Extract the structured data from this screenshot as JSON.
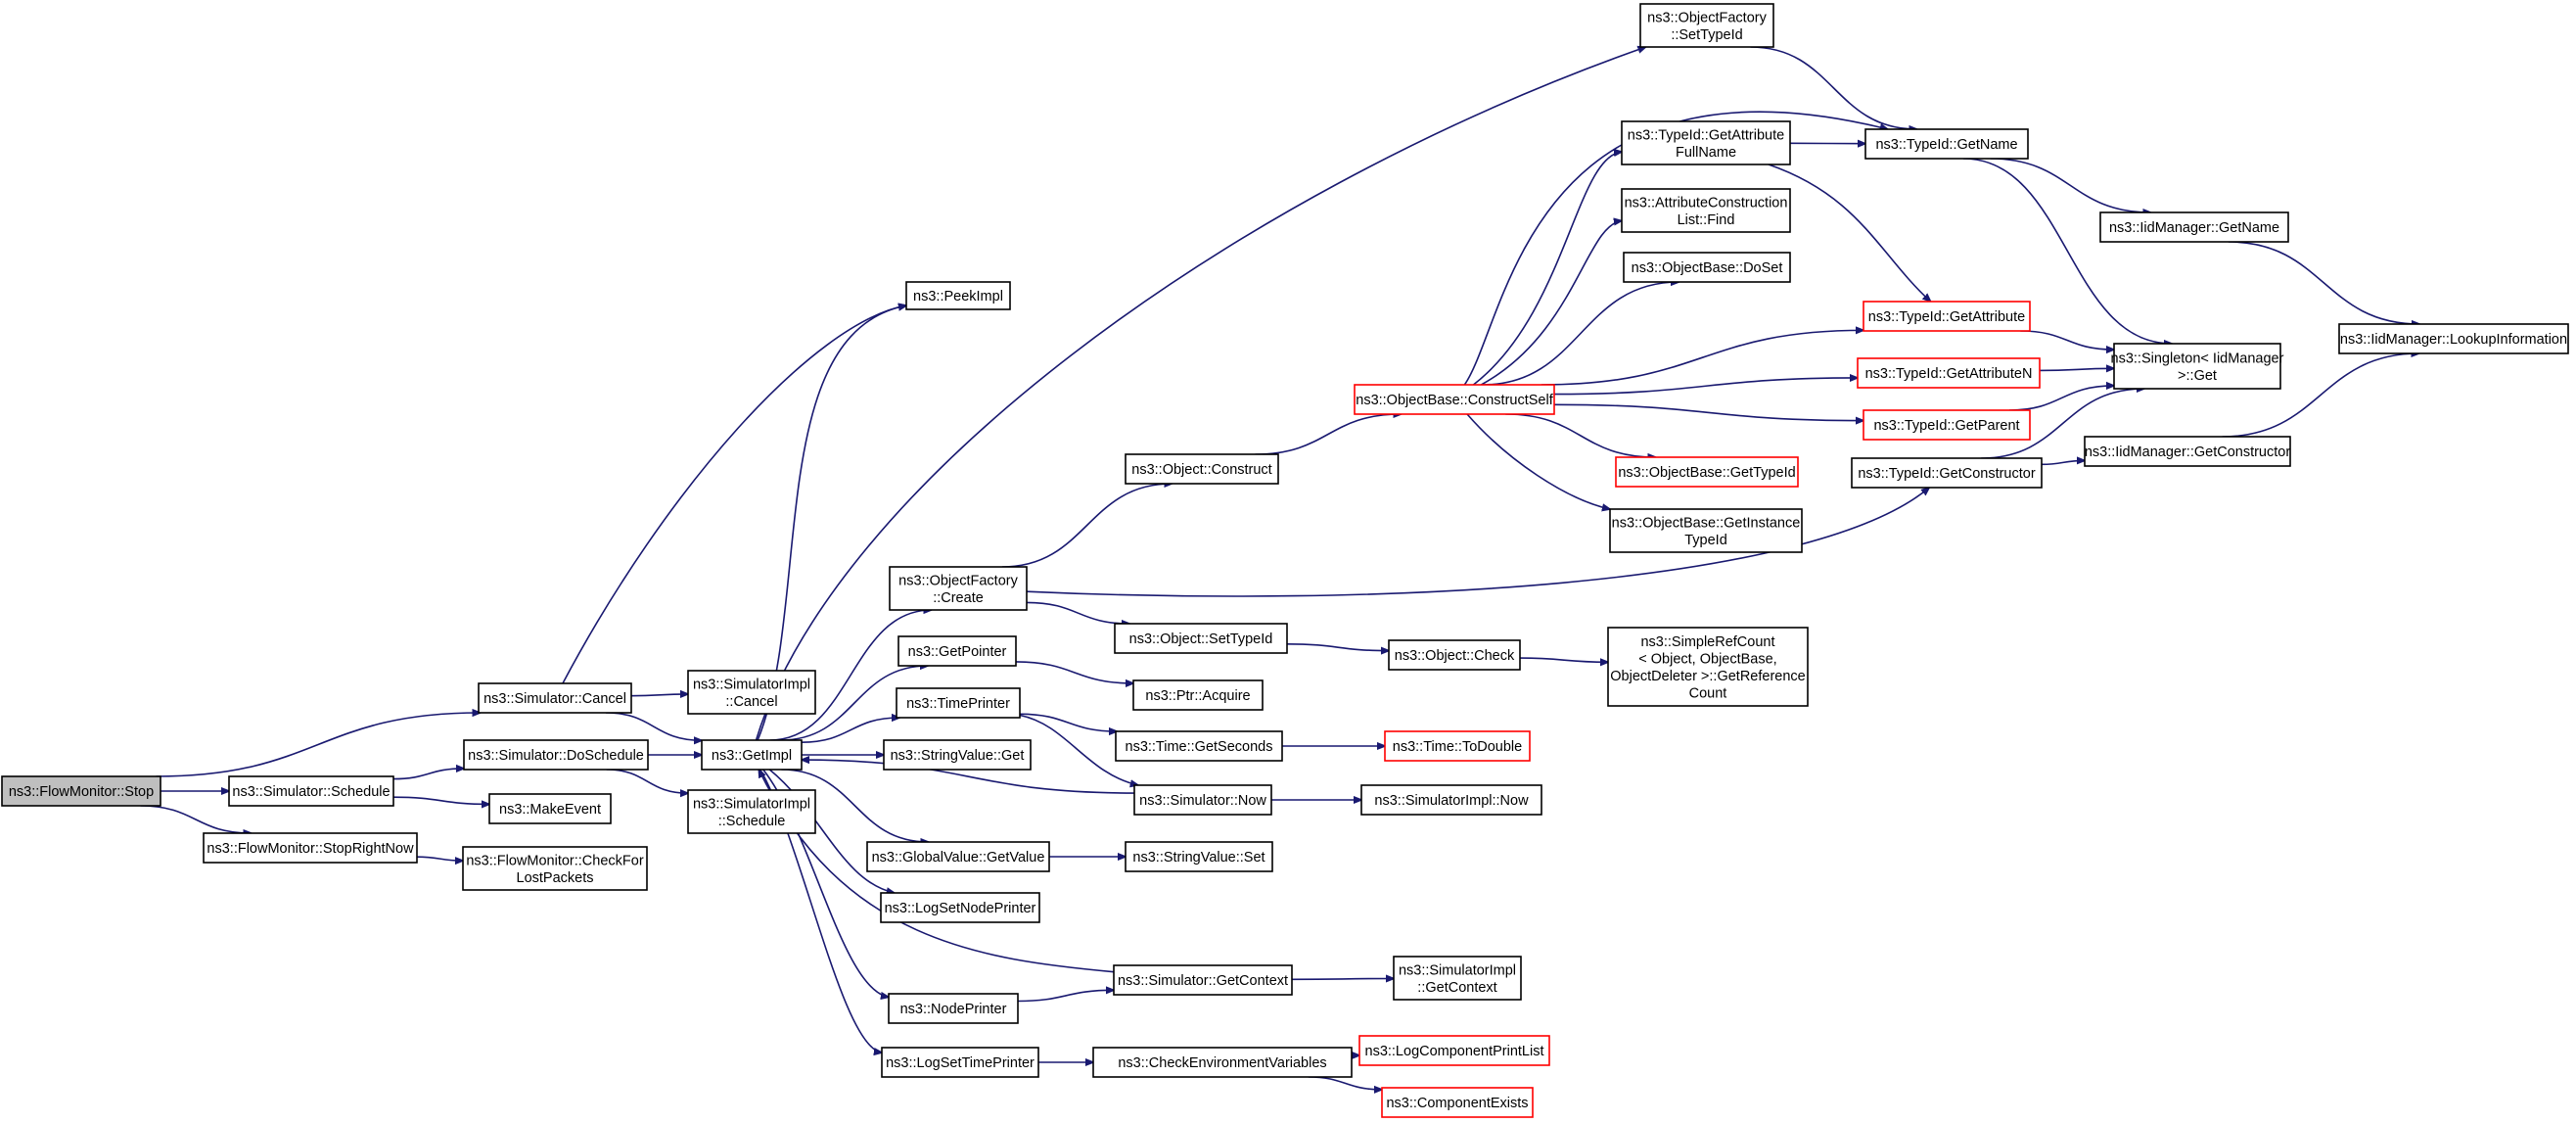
{
  "diagram": {
    "colors": {
      "edge": "#191970",
      "box_border": "#000000",
      "box_border_missing_doc": "#ff0000",
      "root_fill": "#bfbfbf"
    },
    "nodes": {
      "stop": {
        "lines": [
          "ns3::FlowMonitor::Stop"
        ],
        "root": true
      },
      "schedule": {
        "lines": [
          "ns3::Simulator::Schedule"
        ]
      },
      "stoprightnow": {
        "lines": [
          "ns3::FlowMonitor::StopRightNow"
        ]
      },
      "sim_cancel": {
        "lines": [
          "ns3::Simulator::Cancel"
        ]
      },
      "doschedule": {
        "lines": [
          "ns3::Simulator::DoSchedule"
        ]
      },
      "makeevent": {
        "lines": [
          "ns3::MakeEvent"
        ]
      },
      "checklost": {
        "lines": [
          "ns3::FlowMonitor::CheckFor",
          "LostPackets"
        ]
      },
      "simimpl_cancel": {
        "lines": [
          "ns3::SimulatorImpl",
          "::Cancel"
        ]
      },
      "simimpl_schedule": {
        "lines": [
          "ns3::SimulatorImpl",
          "::Schedule"
        ]
      },
      "getimpl": {
        "lines": [
          "ns3::GetImpl"
        ]
      },
      "peekimpl": {
        "lines": [
          "ns3::PeekImpl"
        ]
      },
      "objfactory_create": {
        "lines": [
          "ns3::ObjectFactory",
          "::Create"
        ]
      },
      "getpointer": {
        "lines": [
          "ns3::GetPointer"
        ]
      },
      "timeprinter": {
        "lines": [
          "ns3::TimePrinter"
        ]
      },
      "stringvalue_get": {
        "lines": [
          "ns3::StringValue::Get"
        ]
      },
      "globalvalue_getvalue": {
        "lines": [
          "ns3::GlobalValue::GetValue"
        ]
      },
      "logsetnodeprinter": {
        "lines": [
          "ns3::LogSetNodePrinter"
        ]
      },
      "nodeprinter": {
        "lines": [
          "ns3::NodePrinter"
        ]
      },
      "logsettimeprinter": {
        "lines": [
          "ns3::LogSetTimePrinter"
        ]
      },
      "obj_construct": {
        "lines": [
          "ns3::Object::Construct"
        ]
      },
      "obj_settypeid": {
        "lines": [
          "ns3::Object::SetTypeId"
        ]
      },
      "ptr_acquire": {
        "lines": [
          "ns3::Ptr::Acquire"
        ]
      },
      "time_getseconds": {
        "lines": [
          "ns3::Time::GetSeconds"
        ]
      },
      "sim_now": {
        "lines": [
          "ns3::Simulator::Now"
        ]
      },
      "stringvalue_set": {
        "lines": [
          "ns3::StringValue::Set"
        ]
      },
      "sim_getcontext": {
        "lines": [
          "ns3::Simulator::GetContext"
        ]
      },
      "checkenv": {
        "lines": [
          "ns3::CheckEnvironmentVariables"
        ]
      },
      "objfactory_settypeid": {
        "lines": [
          "ns3::ObjectFactory",
          "::SetTypeId"
        ]
      },
      "constructself": {
        "lines": [
          "ns3::ObjectBase::ConstructSelf"
        ],
        "red": true
      },
      "obj_check": {
        "lines": [
          "ns3::Object::Check"
        ]
      },
      "time_todouble": {
        "lines": [
          "ns3::Time::ToDouble"
        ],
        "red": true
      },
      "simimpl_now": {
        "lines": [
          "ns3::SimulatorImpl::Now"
        ]
      },
      "simimpl_getcontext": {
        "lines": [
          "ns3::SimulatorImpl",
          "::GetContext"
        ]
      },
      "logcompprintlist": {
        "lines": [
          "ns3::LogComponentPrintList"
        ],
        "red": true
      },
      "componentexists": {
        "lines": [
          "ns3::ComponentExists"
        ],
        "red": true
      },
      "typeid_getattrfullname": {
        "lines": [
          "ns3::TypeId::GetAttribute",
          "FullName"
        ]
      },
      "attrconstlist_find": {
        "lines": [
          "ns3::AttributeConstruction",
          "List::Find"
        ]
      },
      "objbase_doset": {
        "lines": [
          "ns3::ObjectBase::DoSet"
        ]
      },
      "objbase_gettypeid": {
        "lines": [
          "ns3::ObjectBase::GetTypeId"
        ],
        "red": true
      },
      "objbase_getinstancetypeid": {
        "lines": [
          "ns3::ObjectBase::GetInstance",
          "TypeId"
        ]
      },
      "simplerefcount": {
        "lines": [
          "ns3::SimpleRefCount",
          "< Object, ObjectBase,",
          " ObjectDeleter >::GetReference",
          "Count"
        ]
      },
      "typeid_getname": {
        "lines": [
          "ns3::TypeId::GetName"
        ]
      },
      "typeid_getattribute": {
        "lines": [
          "ns3::TypeId::GetAttribute"
        ],
        "red": true
      },
      "typeid_getattributen": {
        "lines": [
          "ns3::TypeId::GetAttributeN"
        ],
        "red": true
      },
      "typeid_getparent": {
        "lines": [
          "ns3::TypeId::GetParent"
        ],
        "red": true
      },
      "typeid_getconstructor": {
        "lines": [
          "ns3::TypeId::GetConstructor"
        ]
      },
      "iidmanager_getname": {
        "lines": [
          "ns3::IidManager::GetName"
        ]
      },
      "singleton_get": {
        "lines": [
          "ns3::Singleton< IidManager",
          " >::Get"
        ]
      },
      "iidmanager_getconstructor": {
        "lines": [
          "ns3::IidManager::GetConstructor"
        ]
      },
      "iidmanager_lookupinformation": {
        "lines": [
          "ns3::IidManager::LookupInformation"
        ]
      }
    }
  }
}
